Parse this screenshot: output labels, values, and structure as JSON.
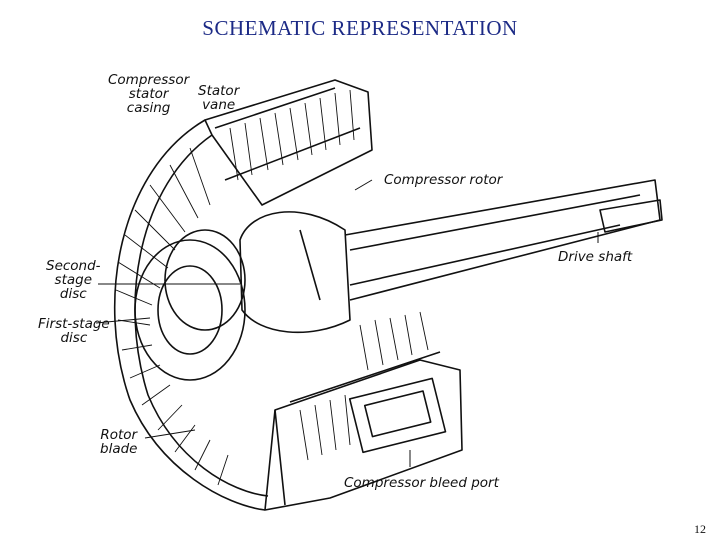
{
  "title": "SCHEMATIC REPRESENTATION",
  "page_number": "12",
  "labels": {
    "compressor_stator_casing": [
      "Compressor",
      "stator",
      "casing"
    ],
    "stator_vane": [
      "Stator",
      "vane"
    ],
    "compressor_rotor": "Compressor rotor",
    "drive_shaft": "Drive shaft",
    "second_stage_disc": [
      "Second-",
      "stage",
      "disc"
    ],
    "first_stage_disc": [
      "First-stage",
      "disc"
    ],
    "rotor_blade": [
      "Rotor",
      "blade"
    ],
    "compressor_bleed_port": "Compressor bleed port"
  }
}
